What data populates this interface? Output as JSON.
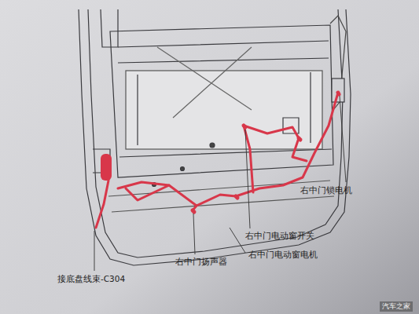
{
  "diagram": {
    "labels": [
      "右中门锁电机",
      "右中门电动窗开关",
      "右中门电动窗电机",
      "右中门扬声器",
      "接底盘线束-C304",
      "汽车之家"
    ]
  }
}
